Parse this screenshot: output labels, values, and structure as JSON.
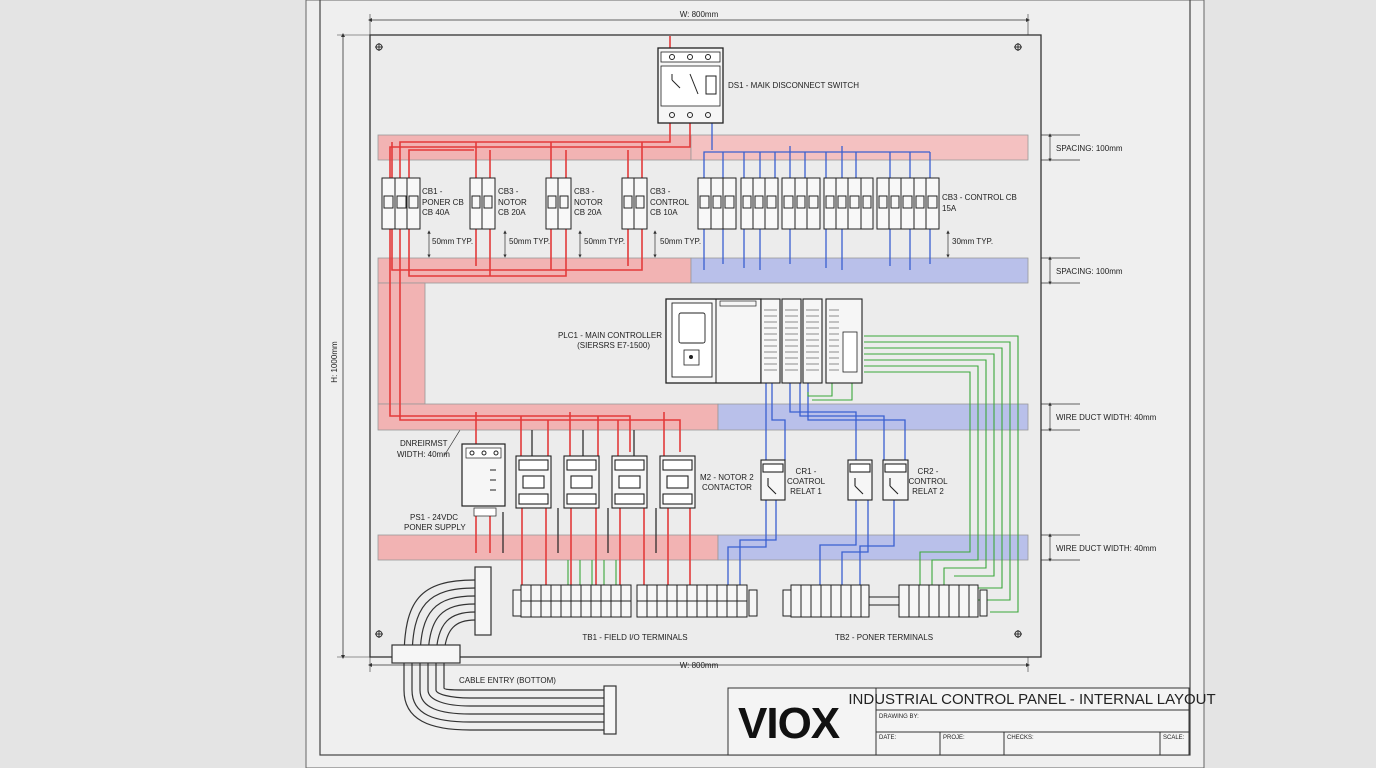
{
  "dimensions": {
    "width_top": "W: 800mm",
    "width_bottom": "W: 800mm",
    "height": "H: 1000mm",
    "spacing_1": "SPACING: 100mm",
    "spacing_2": "SPACING: 100mm",
    "duct_width_1": "WIRE DUCT WIDTH: 40mm",
    "duct_width_2": "WIRE DUCT WIDTH: 40mm",
    "duct_width_left_1": "DNREIRMST",
    "duct_width_left_2": "WIDTH: 40mm",
    "typ_1": "50mm TYP.",
    "typ_2": "50mm TYP.",
    "typ_3": "50mm TYP.",
    "typ_4": "50mm TYP.",
    "typ_5": "30mm TYP."
  },
  "components": {
    "ds1": "DS1 - MAIK DISCONNECT SWITCH",
    "cb1": [
      "CB1 -",
      "PONER CB",
      "CB 40A"
    ],
    "cb2": [
      "CB3 -",
      "NOTOR",
      "CB 20A"
    ],
    "cb3": [
      "CB3 -",
      "NOTOR",
      "CB 20A"
    ],
    "cb4": [
      "CB3 -",
      "CONTROL",
      "CB 10A"
    ],
    "cb5": [
      "CB3 - CONTROL CB",
      "15A"
    ],
    "plc": [
      "PLC1 - MAIN CONTROLLER",
      "(SIERSRS E7-1500)"
    ],
    "psu": [
      "PS1 - 24VDC",
      "PONER SUPPLY"
    ],
    "km": [
      "M2 - NOTOR 2",
      "CONTACTOR"
    ],
    "cr1": [
      "CR1 -",
      "COATROL",
      "RELAT 1"
    ],
    "cr2": [
      "CR2 -",
      "CONTROL",
      "RELAT 2"
    ],
    "tb1": "TB1 - FIELD I/O TERMINALS",
    "tb2": "TB2 - PONER TERMINALS",
    "cable_entry": "CABLE ENTRY (BOTTOM)"
  },
  "title_block": {
    "logo": "VIOX",
    "title": "INDUSTRIAL CONTROL PANEL - INTERNAL LAYOUT",
    "drawn_by": "DRAWING BY:",
    "date": "DATE:",
    "project": "PROJE:",
    "checked": "CHECKS:",
    "scale": "SCALE:"
  },
  "colors": {
    "power": "#e33b3b",
    "control": "#3a5fd0",
    "signal": "#3aa83a",
    "duct_red": "#f2b3b3",
    "duct_blue": "#b9c0ea"
  }
}
